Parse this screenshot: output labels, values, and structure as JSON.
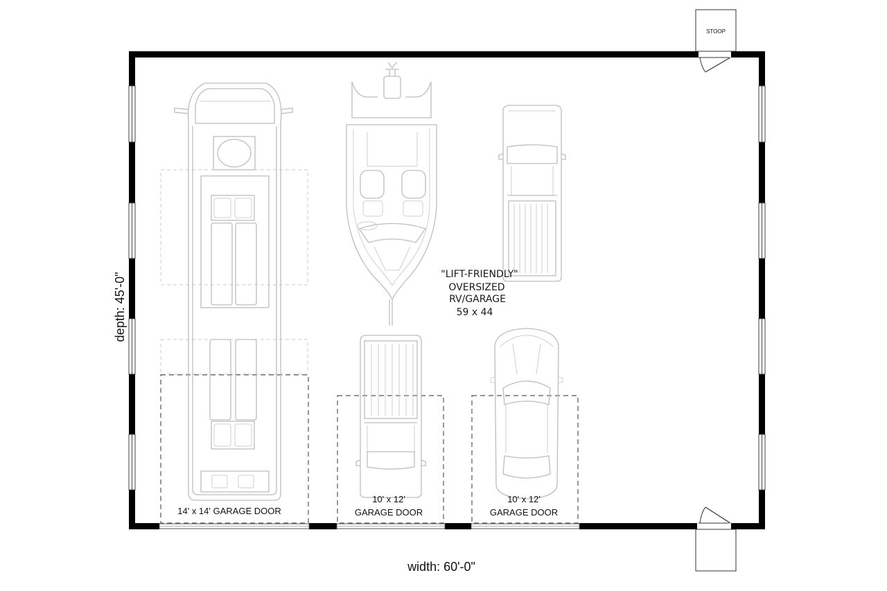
{
  "plan": {
    "title_lines": [
      "\"LIFT-FRIENDLY\"",
      "OVERSIZED",
      "RV/GARAGE",
      "59 x 44"
    ],
    "width_label": "width: 60'-0\"",
    "depth_label": "depth: 45'-0\"",
    "stoop_label": "STOOP",
    "doors": [
      {
        "size": "14' x 14' GARAGE DOOR"
      },
      {
        "size": "10' x 12'",
        "type": "GARAGE DOOR"
      },
      {
        "size": "10' x 12'",
        "type": "GARAGE DOOR"
      }
    ],
    "vehicles": [
      "rv-bus",
      "boat",
      "pickup-truck",
      "pickup-truck",
      "car"
    ]
  }
}
